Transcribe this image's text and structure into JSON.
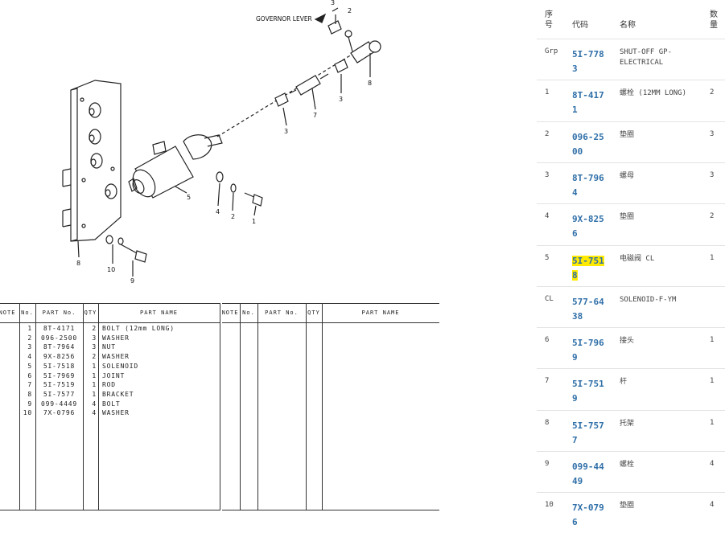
{
  "diagram": {
    "governor_label": "GOVERNOR LEVER",
    "callouts": [
      "3",
      "2",
      "8",
      "3",
      "7",
      "3",
      "5",
      "4",
      "2",
      "1",
      "8",
      "10",
      "9"
    ]
  },
  "scan_table": {
    "headers": [
      "NOTE",
      "No.",
      "PART No.",
      "QTY",
      "PART NAME",
      "NOTE",
      "No.",
      "PART No.",
      "QTY",
      "PART NAME"
    ],
    "rows": [
      {
        "no": "1",
        "part": "8T-4171",
        "qty": "2",
        "name": "BOLT (12mm LONG)"
      },
      {
        "no": "2",
        "part": "096-2500",
        "qty": "3",
        "name": "WASHER"
      },
      {
        "no": "3",
        "part": "8T-7964",
        "qty": "3",
        "name": "NUT"
      },
      {
        "no": "4",
        "part": "9X-8256",
        "qty": "2",
        "name": "WASHER"
      },
      {
        "no": "5",
        "part": "5I-7518",
        "qty": "1",
        "name": "SOLENOID"
      },
      {
        "no": "6",
        "part": "5I-7969",
        "qty": "1",
        "name": "JOINT"
      },
      {
        "no": "7",
        "part": "5I-7519",
        "qty": "1",
        "name": "ROD"
      },
      {
        "no": "8",
        "part": "5I-7577",
        "qty": "1",
        "name": "BRACKET"
      },
      {
        "no": "9",
        "part": "099-4449",
        "qty": "4",
        "name": "BOLT"
      },
      {
        "no": "10",
        "part": "7X-0796",
        "qty": "4",
        "name": "WASHER"
      }
    ]
  },
  "parts_panel": {
    "headers": {
      "no": "序\n号",
      "code": "代码",
      "name": "名称",
      "qty": "数\n量"
    },
    "rows": [
      {
        "no": "Grp",
        "code": "5I-7783",
        "name": "SHUT-OFF GP-ELECTRICAL",
        "qty": "",
        "highlight": false
      },
      {
        "no": "1",
        "code": "8T-4171",
        "name": "螺栓 (12MM LONG)",
        "qty": "2",
        "highlight": false
      },
      {
        "no": "2",
        "code": "096-2500",
        "name": "垫圈",
        "qty": "3",
        "highlight": false
      },
      {
        "no": "3",
        "code": "8T-7964",
        "name": "螺母",
        "qty": "3",
        "highlight": false
      },
      {
        "no": "4",
        "code": "9X-8256",
        "name": "垫圈",
        "qty": "2",
        "highlight": false
      },
      {
        "no": "5",
        "code": "5I-7518",
        "name": "电磁阀 CL",
        "qty": "1",
        "highlight": true
      },
      {
        "no": "CL",
        "code": "577-6438",
        "name": "SOLENOID-F-YM",
        "qty": "",
        "highlight": false
      },
      {
        "no": "6",
        "code": "5I-7969",
        "name": "接头",
        "qty": "1",
        "highlight": false
      },
      {
        "no": "7",
        "code": "5I-7519",
        "name": "杆",
        "qty": "1",
        "highlight": false
      },
      {
        "no": "8",
        "code": "5I-7577",
        "name": "托架",
        "qty": "1",
        "highlight": false
      },
      {
        "no": "9",
        "code": "099-4449",
        "name": "螺栓",
        "qty": "4",
        "highlight": false
      },
      {
        "no": "10",
        "code": "7X-0796",
        "name": "垫圈",
        "qty": "4",
        "highlight": false
      }
    ]
  }
}
